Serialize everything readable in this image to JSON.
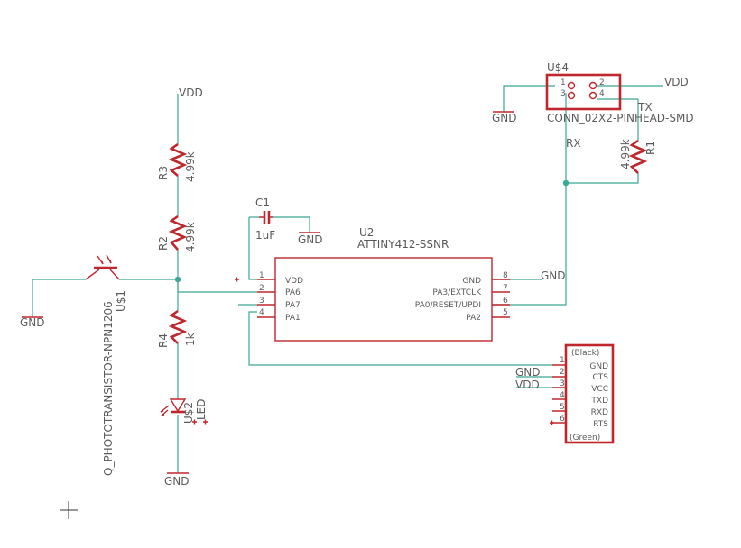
{
  "schematic": {
    "power": {
      "vdd_top": "VDD",
      "vdd_conn": "VDD",
      "vdd_ftdi": "VDD",
      "gnd_left": "GND",
      "gnd_bottom": "GND",
      "gnd_c1": "GND",
      "gnd_conn": "GND",
      "gnd_mcu": "GND",
      "gnd_ftdi": "GND"
    },
    "resistors": {
      "r3": {
        "name": "R3",
        "value": "4.99k"
      },
      "r2": {
        "name": "R2",
        "value": "4.99k"
      },
      "r4": {
        "name": "R4",
        "value": "1k"
      },
      "r1": {
        "name": "R1",
        "value": "4.99k"
      }
    },
    "capacitor": {
      "name": "C1",
      "value": "1uF"
    },
    "led": {
      "name": "U$2",
      "value": "LED"
    },
    "phototransistor": {
      "name": "U$1",
      "value": "Q_PHOTOTRANSISTOR-NPN1206"
    },
    "mcu": {
      "name": "U2",
      "value": "ATTINY412-SSNR",
      "left_pins": [
        {
          "num": "1",
          "name": "VDD"
        },
        {
          "num": "2",
          "name": "PA6"
        },
        {
          "num": "3",
          "name": "PA7"
        },
        {
          "num": "4",
          "name": "PA1"
        }
      ],
      "right_pins": [
        {
          "num": "8",
          "name": "GND"
        },
        {
          "num": "7",
          "name": "PA3/EXTCLK"
        },
        {
          "num": "6",
          "name": "PA0/RESET/UPDI"
        },
        {
          "num": "5",
          "name": "PA2"
        }
      ]
    },
    "connector": {
      "name": "U$4",
      "value": "CONN_02X2-PINHEAD-SMD",
      "pins": [
        "1",
        "2",
        "3",
        "4"
      ]
    },
    "ftdi": {
      "top_label": "(Black)",
      "bottom_label": "(Green)",
      "pins": [
        {
          "num": "1",
          "name": "GND"
        },
        {
          "num": "2",
          "name": "CTS"
        },
        {
          "num": "3",
          "name": "VCC"
        },
        {
          "num": "4",
          "name": "TXD"
        },
        {
          "num": "5",
          "name": "RXD"
        },
        {
          "num": "6",
          "name": "RTS"
        }
      ]
    },
    "nets": {
      "rx": "RX",
      "tx": "TX"
    }
  },
  "colors": {
    "wire": "#3aa894",
    "symbol": "#c0272d",
    "text": "#5a5a5a",
    "background": "#ffffff"
  }
}
